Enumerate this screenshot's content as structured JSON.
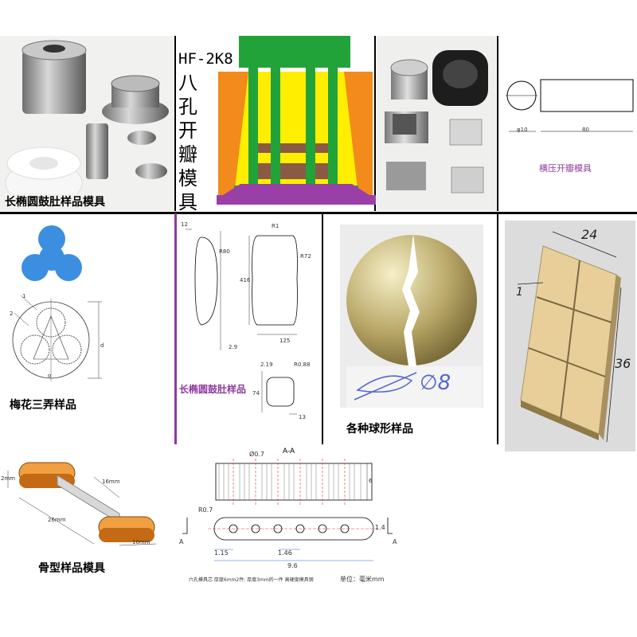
{
  "panel1": {
    "caption": "长椭圆鼓肚样品模具"
  },
  "panel2": {
    "title_code": "HF-2K8",
    "title_chars": [
      "八",
      "孔",
      "开",
      "瓣",
      "模",
      "具"
    ]
  },
  "panel4": {
    "caption": "横压开瓣模具",
    "dim_left": "φ10",
    "dim_right": "80"
  },
  "panel5": {
    "caption": "梅花三弄样品",
    "label1": "1",
    "label2": "2",
    "dim": "d",
    "dim_o": "o"
  },
  "panel6": {
    "caption": "长椭圆鼓肚样品",
    "d_top": "12",
    "d_r80": "R80",
    "d_r1": "R1",
    "d_416": "416",
    "d_r72": "R72",
    "d_29": "2.9",
    "d_125": "125",
    "d_219": "2.19",
    "d_r088": "R0.88",
    "d_74": "74",
    "d_13": "13"
  },
  "panel7": {
    "caption": "各种球形样品",
    "handwriting": "∅8"
  },
  "panel8": {
    "dim_top": "24",
    "dim_side": "36",
    "dim_left": "1"
  },
  "panel9": {
    "caption": "骨型样品模具",
    "d_2mm": "2mm",
    "d_16mm": "16mm",
    "d_26mm": "26mm",
    "d_10mm": "10mm"
  },
  "panel10": {
    "section_title": "A-A",
    "d_hole": "Ø0.7",
    "d_6": "6",
    "d_r07": "R0.7",
    "d_14": "1.4",
    "d_115": "1.15",
    "d_146": "1.46",
    "d_96": "9.6",
    "label_a": "A",
    "note": "六孔模具芯   厚度6mm2件; 厚度3mm的一件      高硬度模具钢",
    "unit": "单位：毫米mm"
  },
  "colors": {
    "purple": "#8e3a9e",
    "orange": "#f28a1c",
    "green": "#22a33a",
    "yellow": "#ffee00",
    "tan": "#e8cf9a",
    "blue": "#3b8ee0"
  }
}
